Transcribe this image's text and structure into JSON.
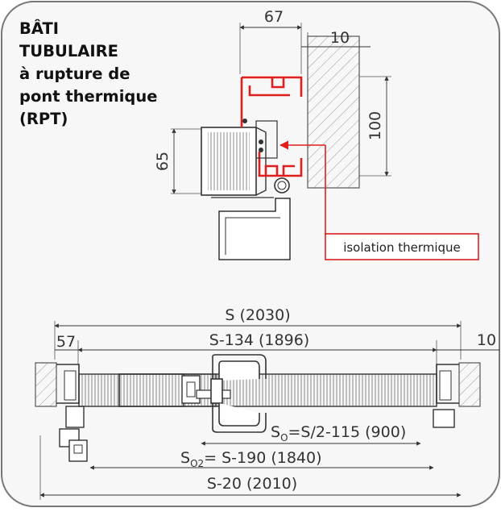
{
  "title_lines": [
    "BÂTI",
    "TUBULAIRE",
    "à rupture de",
    "pont thermique",
    "(RPT)"
  ],
  "section": {
    "dim_width": "67",
    "dim_gap": "10",
    "dim_height": "100",
    "dim_leaf": "65",
    "callout": "isolation thermique"
  },
  "plan": {
    "dim_total": "S (2030)",
    "dim_left": "57",
    "dim_inner": "S-134 (1896)",
    "dim_right": "10",
    "dim_so_prefix": "S",
    "dim_so_sub": "O",
    "dim_so_rest": "=S/2-115 (900)",
    "dim_so2_prefix": "S",
    "dim_so2_sub": "O2",
    "dim_so2_rest": "= S-190 (1840)",
    "dim_s20": "S-20 (2010)"
  },
  "colors": {
    "frame_border": "#777777",
    "red": "#e01e1e",
    "line": "#333333",
    "hatch": "#8a8a8a"
  }
}
